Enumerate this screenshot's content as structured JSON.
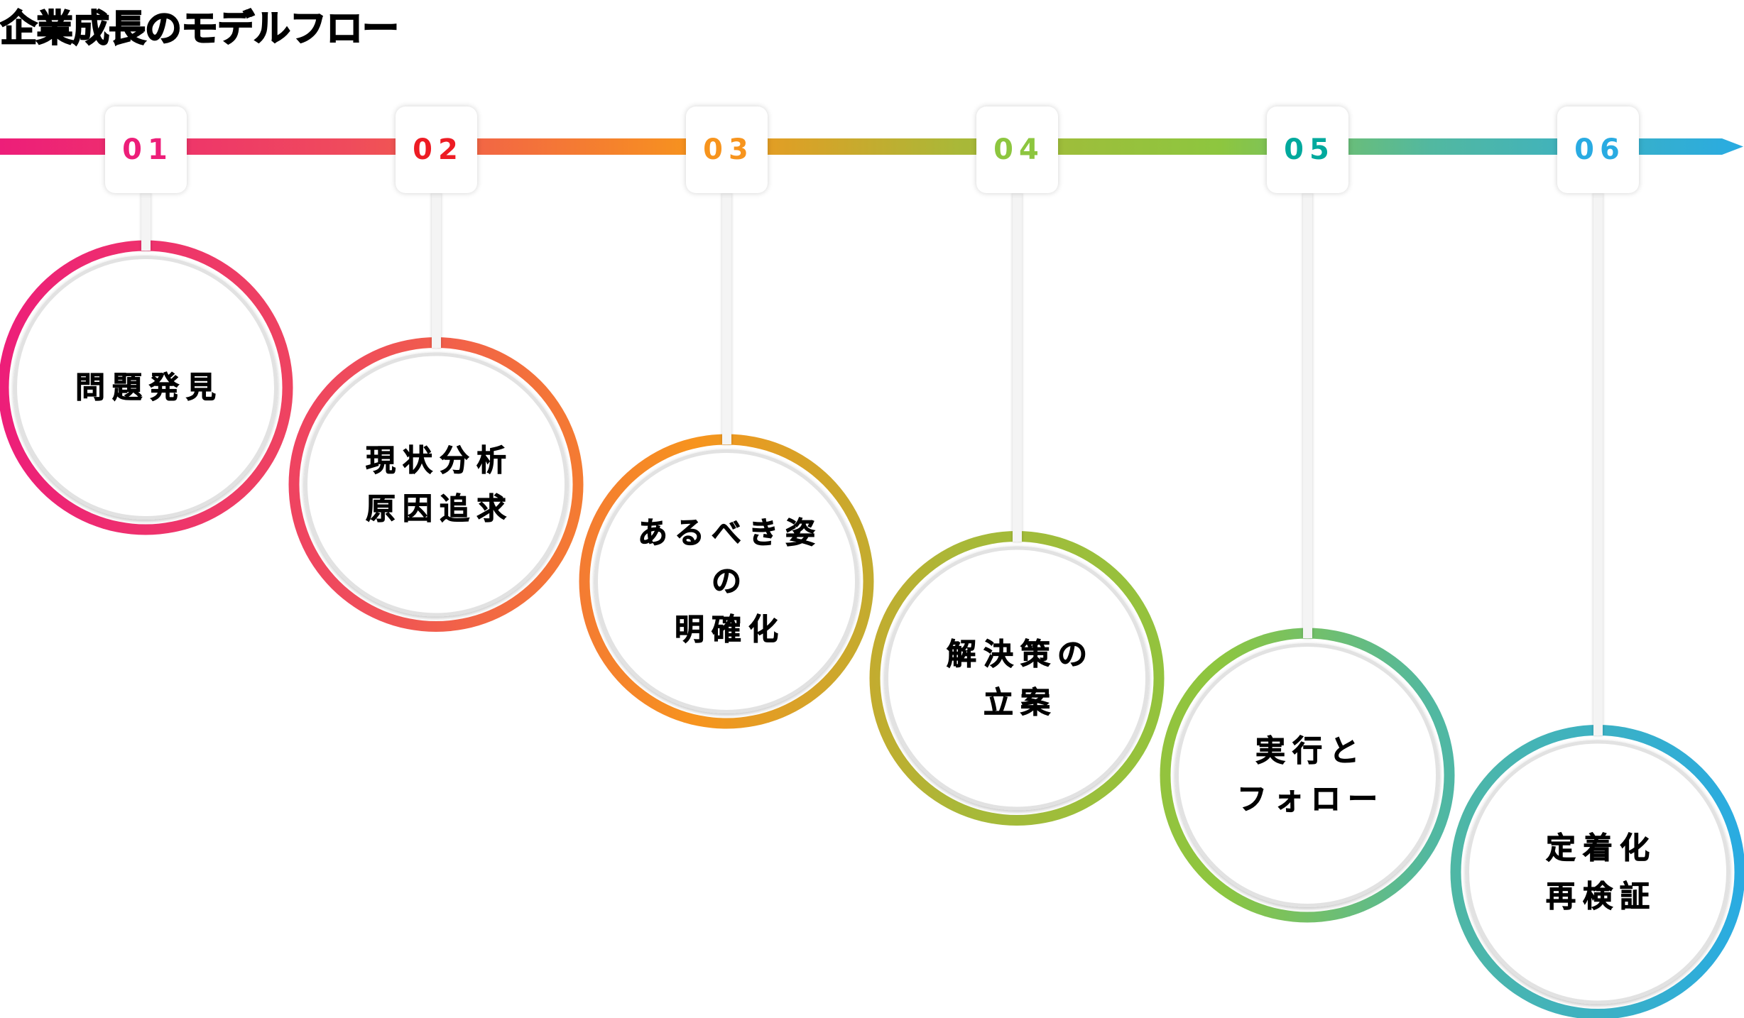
{
  "title": "企業成長のモデルフロー",
  "gradient": [
    "#ED1E79",
    "#EF4B5C",
    "#F7941D",
    "#A9B838",
    "#8DC63F",
    "#52B8A0",
    "#29ABE2"
  ],
  "steps": [
    {
      "number": "01",
      "color": "#ED1E79",
      "lines": [
        "問題発見"
      ]
    },
    {
      "number": "02",
      "color": "#ED1C24",
      "lines": [
        "現状分析",
        "原因追求"
      ]
    },
    {
      "number": "03",
      "color": "#F7941D",
      "lines": [
        "あるべき姿の",
        "明確化"
      ]
    },
    {
      "number": "04",
      "color": "#8DC63F",
      "lines": [
        "解決策の",
        "立案"
      ]
    },
    {
      "number": "05",
      "color": "#00A99D",
      "lines": [
        "実行と",
        "フォロー"
      ]
    },
    {
      "number": "06",
      "color": "#29ABE2",
      "lines": [
        "定着化",
        "再検証"
      ]
    }
  ]
}
